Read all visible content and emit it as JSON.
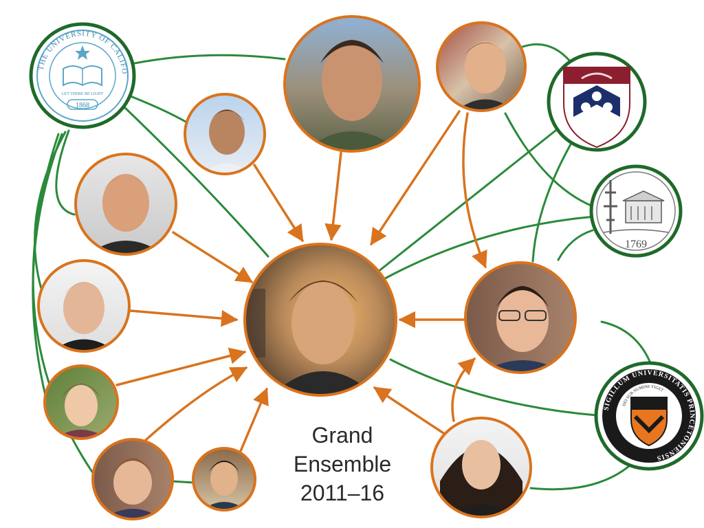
{
  "caption": {
    "line1": "Grand",
    "line2": "Ensemble",
    "line3": "2011–16"
  },
  "seals": {
    "california": {
      "ring_text": "THE UNIVERSITY OF CALIFORNIA",
      "motto": "LET THERE BE LIGHT",
      "year": "1868"
    },
    "dartmouth": {
      "year": "1769"
    },
    "princeton": {
      "ring_text": "SIGILLUM UNIVERSITATIS PRINCETONIENSIS",
      "motto": "DEI SUB NUMINE VIGET"
    }
  },
  "colors": {
    "advisor_link": "#d9731d",
    "institution_link": "#2a8a3a",
    "person_ring": "#d9731d",
    "institution_ring": "#1f6a2a",
    "penn_red": "#8b1e2f",
    "penn_blue": "#1c2f6b",
    "princeton_orange": "#e8761f"
  }
}
